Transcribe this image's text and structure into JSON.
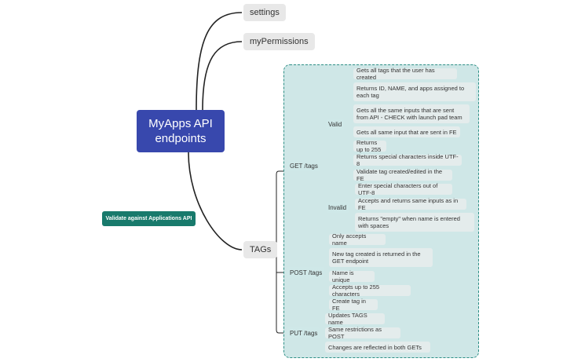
{
  "root": {
    "label": "MyApps API endpoints"
  },
  "badge": {
    "label": "Validate against Applications API"
  },
  "branches": {
    "settings": "settings",
    "permissions": "myPermissions",
    "tags": "TAGs"
  },
  "tags": {
    "get": {
      "label": "GET /tags",
      "valid": {
        "label": "Valid",
        "items": [
          "Gets all tags that the user has created",
          "Returns ID, NAME, and apps assigned to each tag",
          "Gets all the same inputs that are sent from API - CHECK with launch pad team",
          "Gets all same input that are sent in FE",
          "Returns up to 255",
          "Returns special characters inside UTF-8",
          "Validate tag created/edited in the FE"
        ]
      },
      "invalid": {
        "label": "Invalid",
        "items": [
          "Enter special characters out of UTF-8",
          "Accepts and returns same inputs as in FE",
          "Returns \"empty\" when name is entered with spaces"
        ]
      }
    },
    "post": {
      "label": "POST /tags",
      "items": [
        "Only accepts name",
        "New tag created is returned in the GET endpoint",
        "Name is unique",
        "Accepts up to 255 characters",
        "Create tag in FE"
      ]
    },
    "put": {
      "label": "PUT /tags",
      "items": [
        "Updates TAGS name",
        "Same restrictions as POST",
        "Changes are reflected in both GETs"
      ]
    }
  },
  "colors": {
    "root_bg": "#3848ad",
    "badge_bg": "#187a6c",
    "group_bg": "#cfe7e7",
    "group_border": "#2e8f86",
    "connector": "#222222"
  }
}
